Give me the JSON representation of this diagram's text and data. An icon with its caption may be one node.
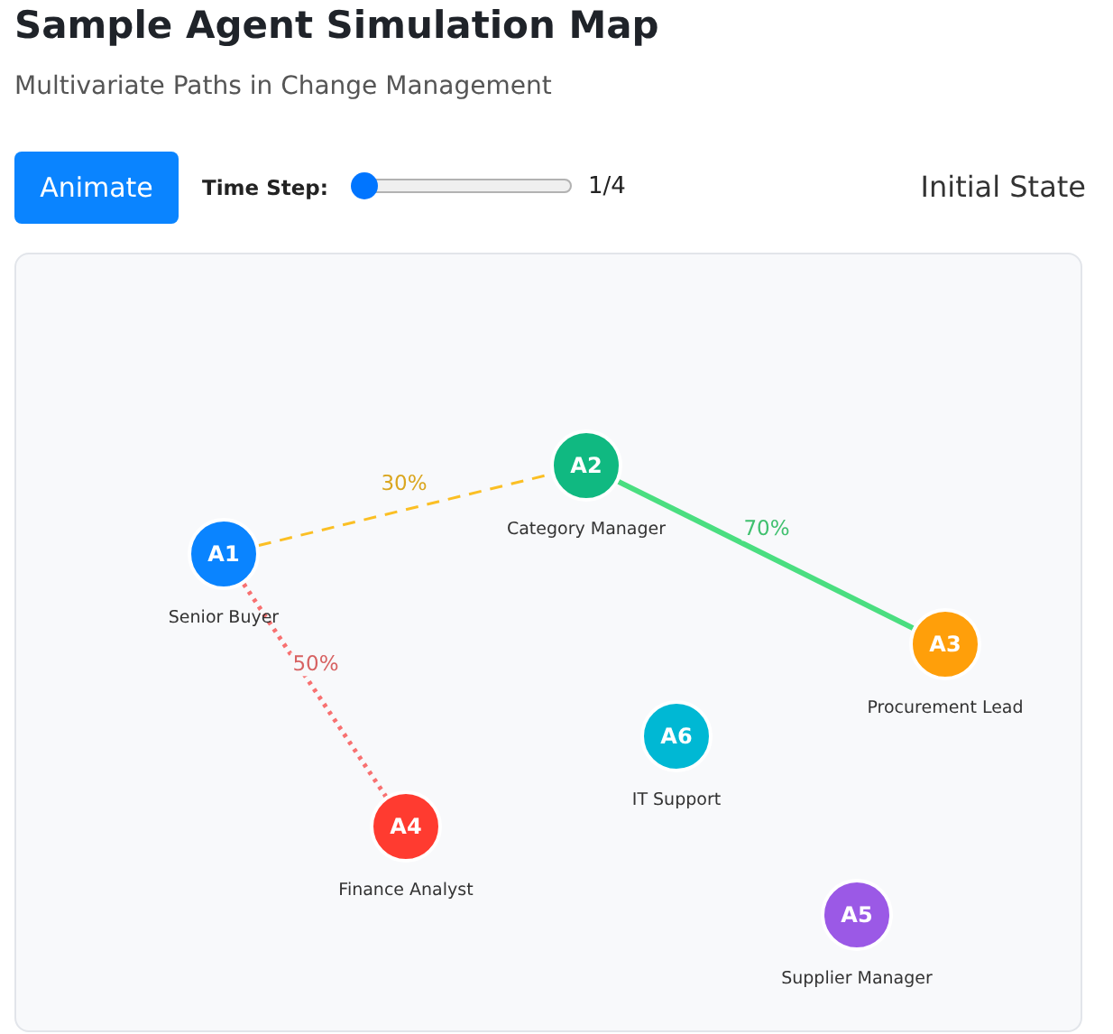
{
  "diagram": {
    "title": "Sample Agent Simulation Map",
    "nodes": [
      {
        "text": [
          "A1"
        ],
        "beside": [
          "Senior Buyer"
        ]
      },
      {
        "text": [
          "A2"
        ],
        "beside": [
          "Category Manager"
        ]
      },
      {
        "text": [
          "A3"
        ],
        "beside": [
          "Procurement Lead"
        ]
      },
      {
        "text": [
          "A4"
        ],
        "beside": [
          "Finance Analyst"
        ]
      },
      {
        "text": [
          "A5"
        ],
        "beside": [
          "Supplier Manager"
        ]
      },
      {
        "text": [
          "A6"
        ],
        "beside": [
          "IT Support"
        ]
      }
    ],
    "edges": [
      {
        "from": 0,
        "to": 1,
        "arrow": "none",
        "label": "30%",
        "style": "dashed",
        "color": "#fbbf24"
      },
      {
        "from": 1,
        "to": 2,
        "arrow": "none",
        "label": "70%",
        "color": "#4ade80"
      },
      {
        "from": 0,
        "to": 3,
        "arrow": "none",
        "label": "50%",
        "style": "dashed",
        "color": "#f87171"
      }
    ],
    "labels": [
      "Multivariate Paths in Change Management",
      "Animate",
      "Time Step:",
      "1/4",
      "Initial State"
    ]
  }
}
